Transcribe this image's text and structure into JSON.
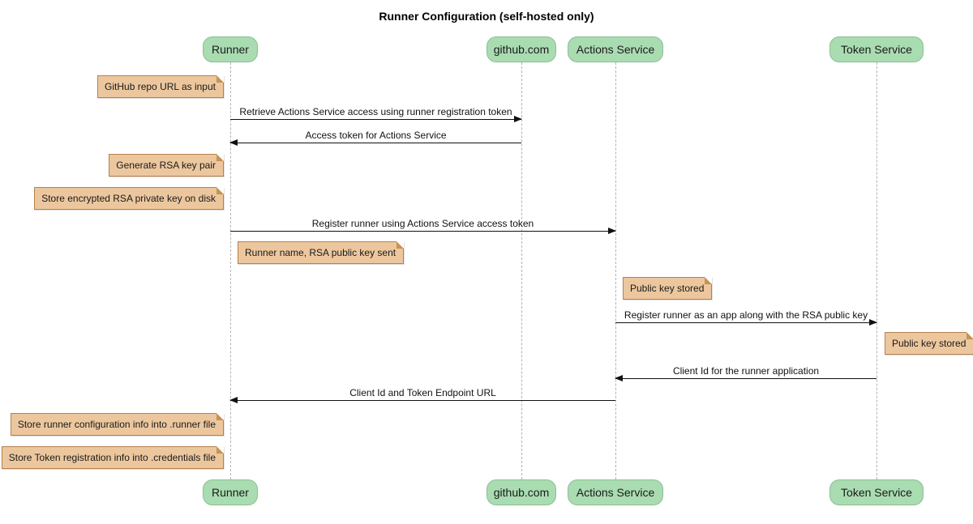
{
  "title": "Runner Configuration (self-hosted only)",
  "colors": {
    "participant_fill": "#A9DCB1",
    "participant_border": "#8CBE96",
    "note_fill": "#ECC79E",
    "note_border": "#B5804F",
    "lifeline": "#b4b4b4",
    "arrow": "#111111",
    "background": "#ffffff"
  },
  "participants": [
    {
      "label": "Runner"
    },
    {
      "label": "github.com"
    },
    {
      "label": "Actions Service"
    },
    {
      "label": "Token Service"
    }
  ],
  "messages": [
    {
      "label": "Retrieve Actions Service access using runner registration token",
      "from": "Runner",
      "to": "github.com",
      "direction": "right"
    },
    {
      "label": "Access token for Actions Service",
      "from": "github.com",
      "to": "Runner",
      "direction": "left"
    },
    {
      "label": "Register runner using Actions Service access token",
      "from": "Runner",
      "to": "Actions Service",
      "direction": "right"
    },
    {
      "label": "Register runner as an app along with the RSA public key",
      "from": "Actions Service",
      "to": "Token Service",
      "direction": "right"
    },
    {
      "label": "Client Id for the runner application",
      "from": "Token Service",
      "to": "Actions Service",
      "direction": "left"
    },
    {
      "label": "Client Id and Token Endpoint URL",
      "from": "Actions Service",
      "to": "Runner",
      "direction": "left"
    }
  ],
  "notes": [
    {
      "label": "GitHub repo URL as input",
      "position": "left of Runner"
    },
    {
      "label": "Generate RSA key pair",
      "position": "left of Runner"
    },
    {
      "label": "Store encrypted RSA private key on disk",
      "position": "left of Runner"
    },
    {
      "label": "Runner name, RSA public key sent",
      "position": "right of Runner"
    },
    {
      "label": "Public key stored",
      "position": "right of Actions Service"
    },
    {
      "label": "Public key stored",
      "position": "right of Token Service"
    },
    {
      "label": "Store runner configuration info into .runner file",
      "position": "left of Runner"
    },
    {
      "label": "Store Token registration info into .credentials file",
      "position": "left of Runner"
    }
  ]
}
